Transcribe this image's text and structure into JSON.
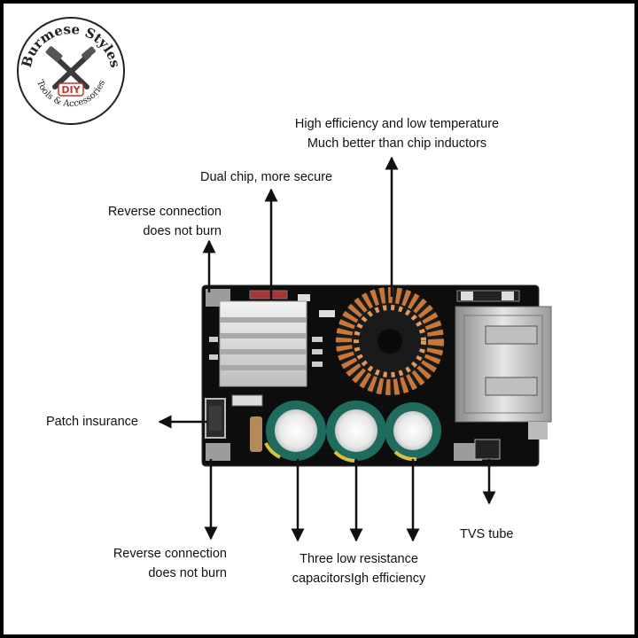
{
  "logo": {
    "brand": "Burmese Styles",
    "badge": "DIY",
    "tagline": "Tools & Accessories"
  },
  "annotations": {
    "inductor_line1": "High efficiency and low temperature",
    "inductor_line2": "Much better than chip inductors",
    "dual_chip": "Dual chip, more secure",
    "reverse_top_line1": "Reverse connection",
    "reverse_top_line2": "does not burn",
    "patch": "Patch insurance",
    "reverse_bottom_line1": "Reverse connection",
    "reverse_bottom_line2": "does not burn",
    "capacitors_line1": "Three low resistance",
    "capacitors_line2": "capacitorsIgh efficiency",
    "tvs": "TVS tube"
  },
  "board": {
    "pcb_color": "#0d0d0d",
    "heatsink_color": "#d9d9d9",
    "coil_color": "#c8773a",
    "capacitor_color": "#1f6b5e"
  }
}
